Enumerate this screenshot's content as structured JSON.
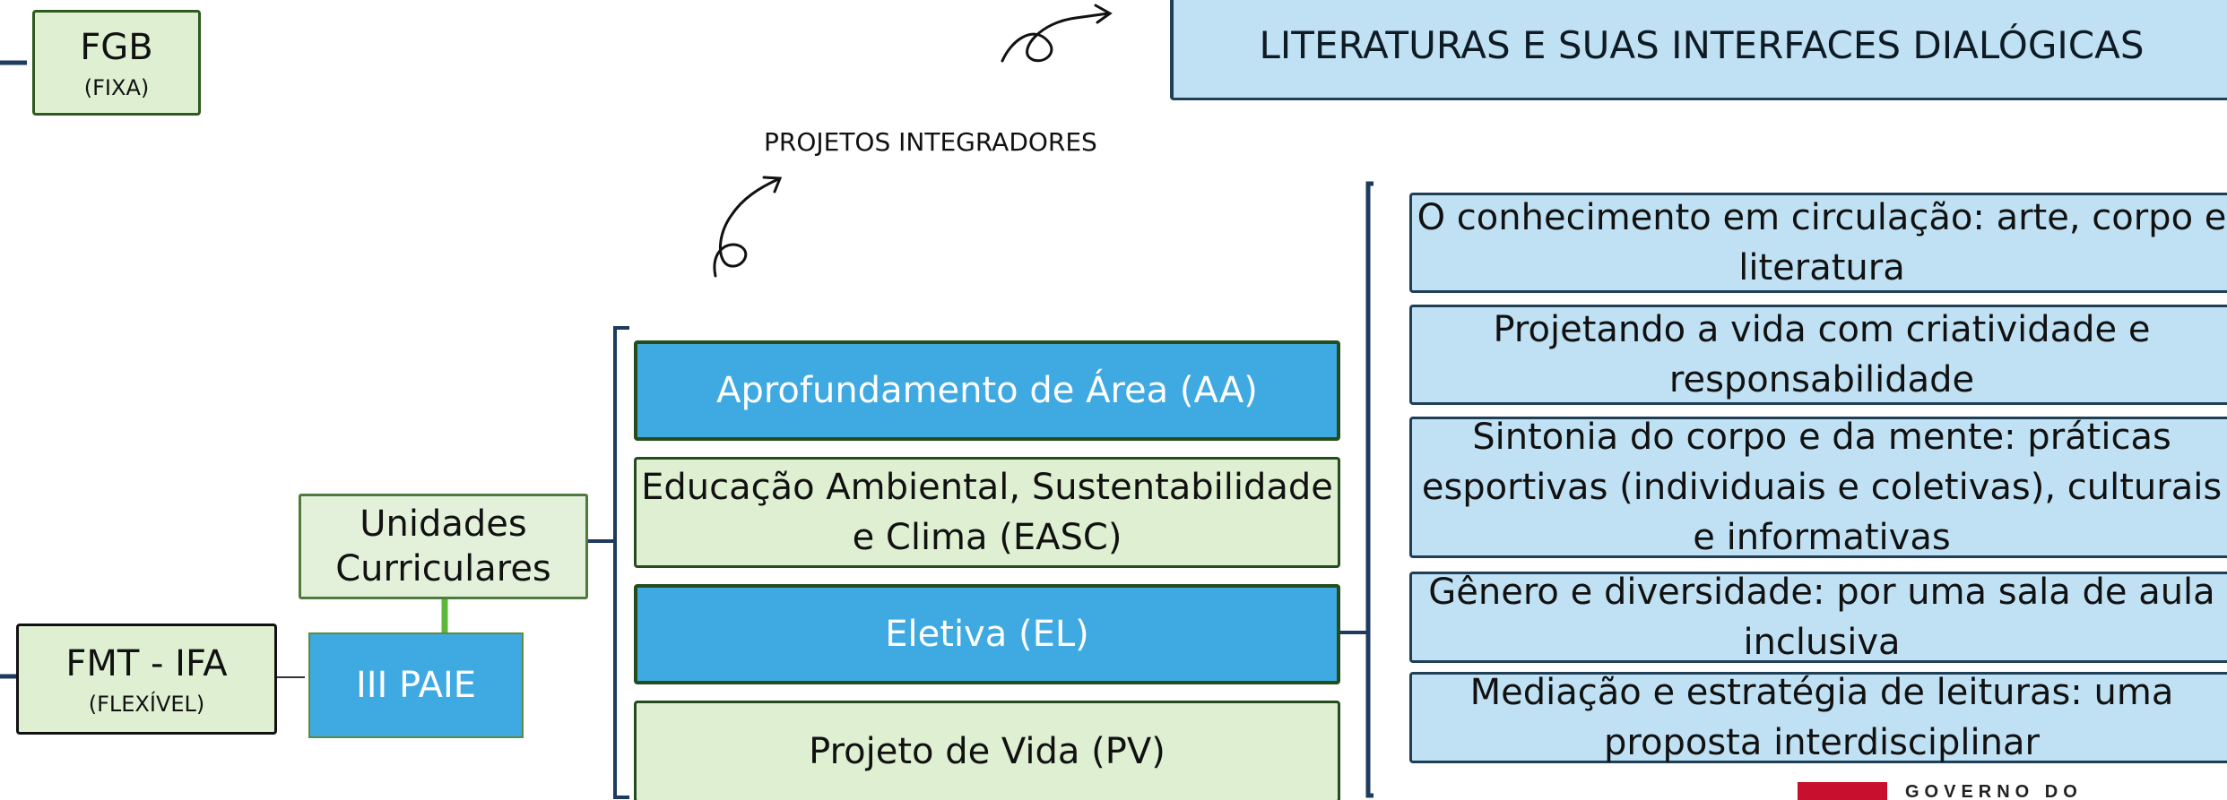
{
  "fgb": {
    "title": "FGB",
    "subtitle": "(FIXA)"
  },
  "fmt": {
    "title": "FMT - IFA",
    "subtitle": "(FLEXÍVEL)"
  },
  "unidades": {
    "line1": "Unidades",
    "line2": "Curriculares"
  },
  "paie": {
    "label": "III PAIE"
  },
  "projetos_integradores": "PROJETOS INTEGRADORES",
  "literaturas": "LITERATURAS E SUAS INTERFACES DIALÓGICAS",
  "middle_items": [
    {
      "line1": "Aprofundamento de Área (AA)",
      "line2": ""
    },
    {
      "line1": "Educação Ambiental, Sustentabilidade",
      "line2": "e Clima (EASC)"
    },
    {
      "line1": "Eletiva (EL)",
      "line2": ""
    },
    {
      "line1": "Projeto de Vida (PV)",
      "line2": ""
    }
  ],
  "right_items": [
    {
      "line1": "O conhecimento em circulação: arte, corpo e",
      "line2": "literatura",
      "line3": ""
    },
    {
      "line1": "Projetando a vida com criatividade e",
      "line2": "responsabilidade",
      "line3": ""
    },
    {
      "line1": "Sintonia do corpo e da mente: práticas",
      "line2": "esportivas (individuais e coletivas), culturais",
      "line3": "e informativas"
    },
    {
      "line1": "Gênero e diversidade: por uma sala de aula",
      "line2": "inclusiva",
      "line3": ""
    },
    {
      "line1": "Mediação e estratégia de leituras: uma",
      "line2": "proposta interdisciplinar",
      "line3": ""
    }
  ],
  "logo_text": "GOVERNO DO",
  "colors": {
    "accent_blue": "#3fa9e1",
    "light_blue": "#bfe1f3",
    "light_green": "#dff0d2",
    "dark_green": "#244c1c",
    "navy": "#1e3a5f",
    "logo_red": "#c8102e"
  }
}
